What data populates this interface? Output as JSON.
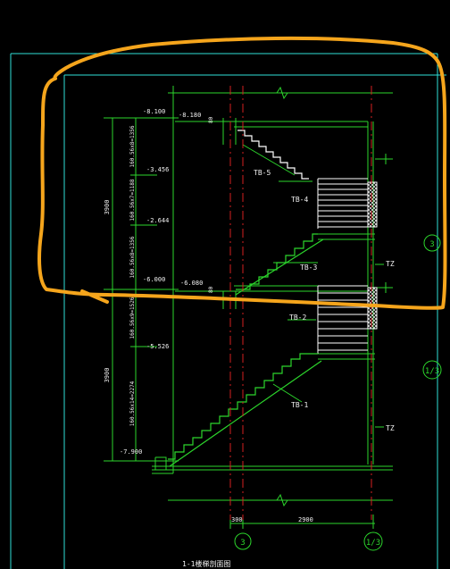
{
  "colors": {
    "background": "#000000",
    "frame": "#2fe0d8",
    "structure": "#2cd62c",
    "stair": "#ffffff",
    "dimension": "#2cd62c",
    "axis": "#d42020",
    "level_text": "#f0f0f0",
    "axis_bubble": "#2cd62c",
    "markup": "#f5a51c"
  },
  "levels": [
    "-8.100",
    "-8.180",
    "-6.000",
    "-6.080",
    "-7.900",
    "-3.456",
    "-2.644",
    "-5.526"
  ],
  "dimensions_vertical": [
    "3900",
    "3900"
  ],
  "step_dims": [
    "160.56x8=1356",
    "160.56x7=1188",
    "160.56x8=1356",
    "160.56x9=1526",
    "160.56x14=2274"
  ],
  "stair_labels": [
    "TB-5",
    "TB-4",
    "TB-3",
    "TB-2",
    "TB-1"
  ],
  "column_labels": [
    "TZ",
    "TZ"
  ],
  "small_dims": [
    "80",
    "80"
  ],
  "bottom_dims": [
    "300",
    "2900"
  ],
  "axis_bubbles": [
    "3",
    "1/3",
    "3",
    "1/3"
  ],
  "caption": "1-1楼梯剖面图"
}
